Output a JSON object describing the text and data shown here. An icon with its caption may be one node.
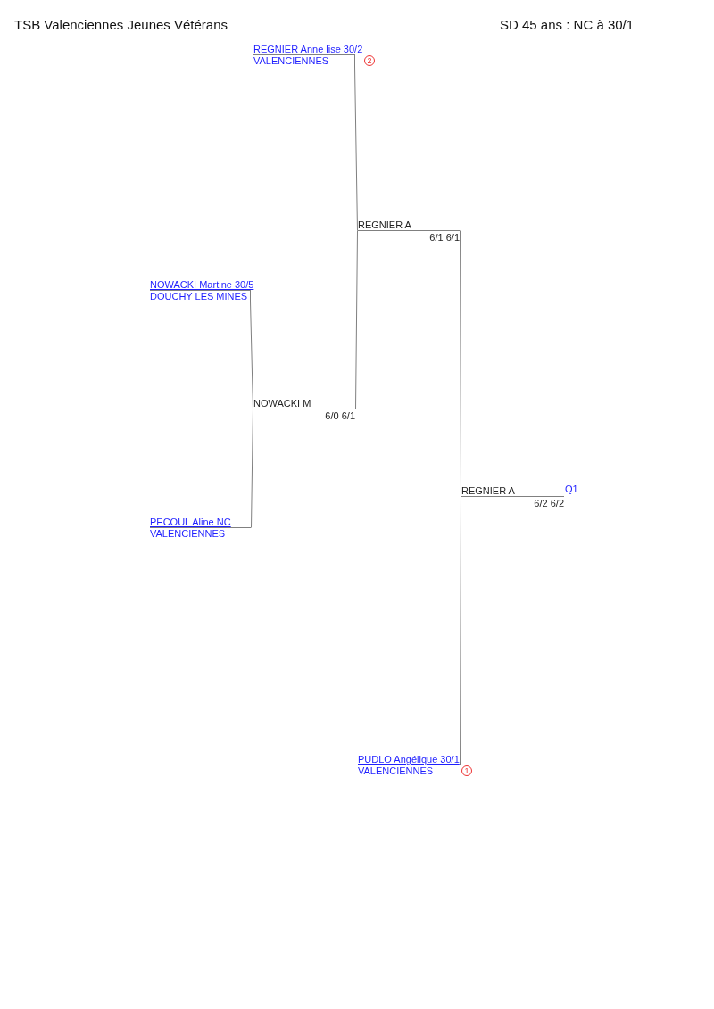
{
  "diagram": {
    "title": "TSB Valenciennes Jeunes Vétérans",
    "nodes": [
      {
        "text": [
          "REGNIER Anne lise 30/2",
          "VALENCIENNES"
        ],
        "beside": [
          "2"
        ]
      },
      {
        "text": [
          "REGNIER A",
          "6/1 6/1"
        ]
      },
      {
        "text": [
          "NOWACKI Martine 30/5",
          "DOUCHY LES MINES"
        ]
      },
      {
        "text": [
          "NOWACKI M",
          "6/0 6/1"
        ]
      },
      {
        "text": [
          "REGNIER A",
          "6/2 6/2"
        ],
        "beside": [
          "Q1"
        ]
      },
      {
        "text": [
          "PECOUL Aline NC",
          "VALENCIENNES"
        ]
      },
      {
        "text": [
          "PUDLO Angélique 30/1",
          "VALENCIENNES"
        ],
        "beside": [
          "1"
        ]
      }
    ],
    "edges": [
      {
        "from": 2,
        "to": 3,
        "arrow": "none"
      },
      {
        "from": 5,
        "to": 3,
        "arrow": "none"
      },
      {
        "from": 0,
        "to": 1,
        "arrow": "none"
      },
      {
        "from": 3,
        "to": 1,
        "arrow": "none"
      },
      {
        "from": 1,
        "to": 4,
        "arrow": "none"
      },
      {
        "from": 6,
        "to": 4,
        "arrow": "none"
      }
    ],
    "labels": [
      "SD 45 ans : NC à 30/1"
    ]
  }
}
